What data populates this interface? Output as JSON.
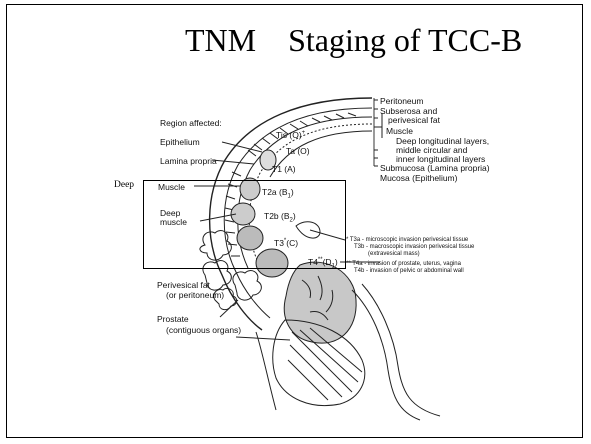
{
  "slide": {
    "title": "TNM    Staging of TCC-B",
    "deep_side_label": "Deep"
  },
  "diagram": {
    "left_labels": {
      "region_affected": "Region affected:",
      "epithelium": "Epithelium",
      "lamina_propria": "Lamina propria",
      "muscle": "Muscle",
      "deep_muscle_1": "Deep",
      "deep_muscle_2": "muscle",
      "perivesical_fat_1": "Perivesical fat",
      "perivesical_fat_2": "(or peritoneum)",
      "prostate_1": "Prostate",
      "prostate_2": "(contiguous organs)"
    },
    "stage_labels": {
      "tis": "Tis (O)",
      "tis_sup": "+",
      "ta": "Ta (O)",
      "t1": "T1 (A)",
      "t2a": "T2a (B",
      "t2a_sub": "1",
      "t2b": "T2b (B",
      "t2b_sub": "2",
      "t3": "T3",
      "t3_sup": "*",
      "t3_rest": "(C)",
      "t4": "T4",
      "t4_sup": "**",
      "t4_rest": "(D",
      "t4_sub": "1",
      "close": ")"
    },
    "right_labels": {
      "peritoneum": "Peritoneum",
      "subserosa_1": "Subserosa and",
      "subserosa_2": "perivesical fat",
      "muscle": "Muscle",
      "deep_long": "Deep longitudinal layers,",
      "middle_circ": "middle circular and",
      "inner_long": "inner longitudinal layers",
      "submucosa": "Submucosa (Lamina propria)",
      "mucosa": "Mucosa (Epithelium)"
    },
    "footnotes": {
      "t3a": "* T3a - microscopic invasion perivesical tissue",
      "t3b": "T3b - macroscopic invasion perivesical tissue",
      "t3b_2": "(extravesical mass)",
      "t4a": "** T4a - invasion of prostate, uterus, vagina",
      "t4b": "T4b - invasion of pelvic or abdominal wall"
    }
  }
}
